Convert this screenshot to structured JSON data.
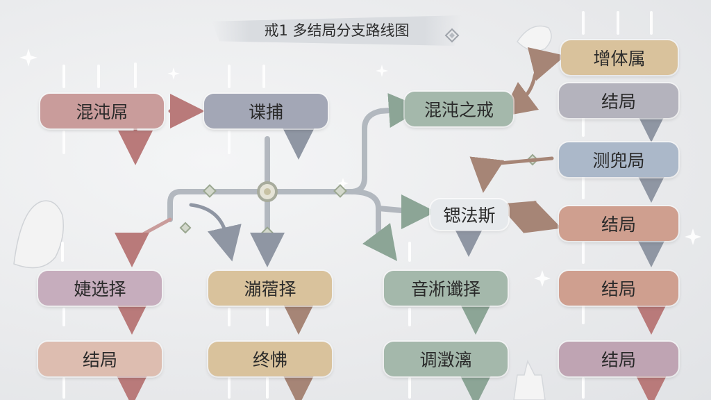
{
  "title": "戒1 多结局分支路线图",
  "colors": {
    "red": "#c99c9b",
    "slate": "#a3a7b6",
    "green": "#a4b8ab",
    "tan": "#d9c29c",
    "purple": "#c6adbd",
    "beige": "#ddbdb0",
    "gray": "#b4b3bd",
    "blue": "#abb8c9",
    "rust": "#cf9f8f",
    "mauve": "#bfa4b3",
    "line": "#9ea5ae",
    "arrow_red": "#b97a7a",
    "arrow_gray": "#8f96a3",
    "arrow_green": "#8ca596",
    "arrow_brown": "#a68576"
  },
  "nodes": {
    "hunzhun_ju": "混沌屌",
    "chumo": "谍捕",
    "hunzhun_zhi_jie": "混沌之戒",
    "zengti_ju": "增体属",
    "ending_1": "结局",
    "ceshi_ju": "测兜局",
    "suofa_si": "锶法斯",
    "ending_2": "结局",
    "jian_xuanze": "婕选择",
    "mo_luo_ze": "漰蓿择",
    "yin_xuanze": "音淅谶择",
    "ending_3": "结局",
    "ending_4": "结局",
    "zhong_fu": "终怫",
    "diao_jie": "调澂漓",
    "ending_5": "结局"
  }
}
